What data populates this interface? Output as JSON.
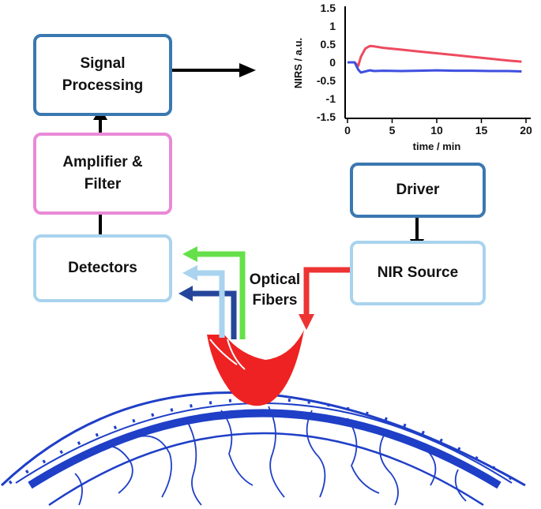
{
  "blocks": {
    "signal_processing": {
      "line1": "Signal",
      "line2": "Processing",
      "border_color": "#3a78b0"
    },
    "amplifier_filter": {
      "line1": "Amplifier &",
      "line2": "Filter",
      "border_color": "#e98ad6"
    },
    "detectors": {
      "label": "Detectors",
      "border_color": "#a9d3ee"
    },
    "driver": {
      "label": "Driver",
      "border_color": "#3a78b0"
    },
    "nir_source": {
      "label": "NIR Source",
      "border_color": "#a9d3ee"
    }
  },
  "fibers_label": {
    "line1": "Optical",
    "line2": "Fibers"
  },
  "fiber_colors": {
    "source": "#ee3333",
    "detector_1": "#66e04a",
    "detector_2": "#a9d3ee",
    "detector_3": "#24459a"
  },
  "chart_data": {
    "type": "line",
    "xlabel": "time / min",
    "ylabel": "NIRS / a.u.",
    "xlim": [
      0,
      20
    ],
    "ylim": [
      -1.5,
      1.5
    ],
    "xticks": [
      "0",
      "5",
      "10",
      "15",
      "20"
    ],
    "yticks": [
      "1.5",
      "1",
      "0.5",
      "0",
      "-0.5",
      "-1",
      "-1.5"
    ],
    "series": [
      {
        "color": "#ee4a5f",
        "x": [
          0,
          0.8,
          1.2,
          1.5,
          2,
          2.5,
          3,
          4,
          6,
          8,
          10,
          12,
          14,
          16,
          18,
          19.5
        ],
        "y": [
          0,
          0,
          -0.1,
          0.15,
          0.38,
          0.45,
          0.44,
          0.4,
          0.35,
          0.3,
          0.25,
          0.2,
          0.15,
          0.1,
          0.05,
          0.02
        ]
      },
      {
        "color": "#3e4fe0",
        "x": [
          0,
          0.8,
          1.2,
          1.5,
          2,
          2.5,
          3,
          4,
          6,
          8,
          10,
          12,
          14,
          16,
          18,
          19.5
        ],
        "y": [
          0,
          0,
          -0.2,
          -0.28,
          -0.25,
          -0.22,
          -0.24,
          -0.23,
          -0.24,
          -0.23,
          -0.22,
          -0.23,
          -0.23,
          -0.24,
          -0.24,
          -0.25
        ]
      }
    ]
  },
  "head_colors": {
    "skull": "#1f3fc7",
    "light": "#ee2222"
  }
}
